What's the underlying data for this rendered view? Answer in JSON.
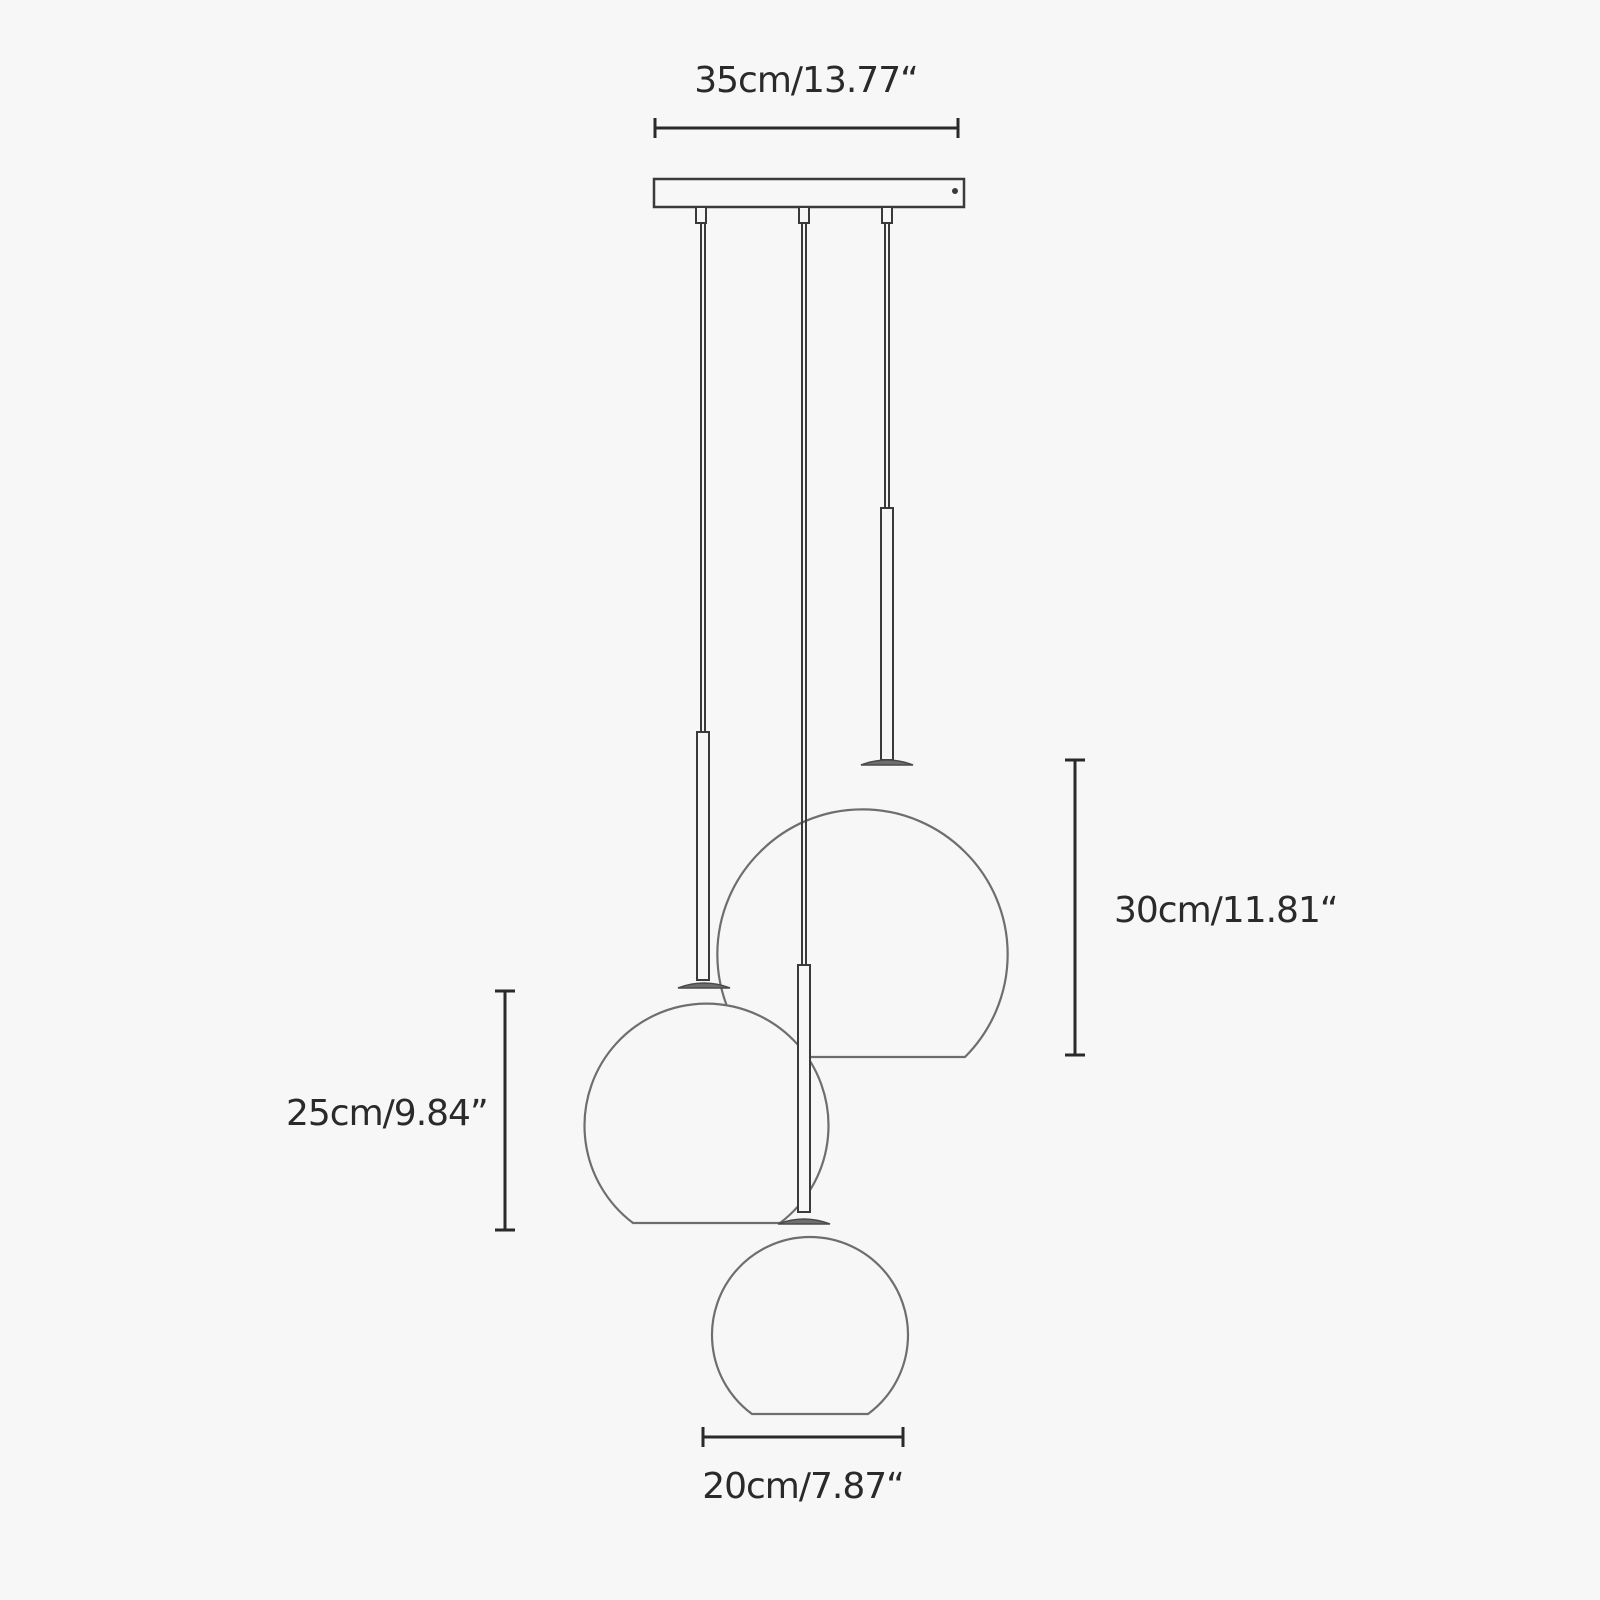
{
  "dimensions": {
    "canopy_width": "35cm/13.77“",
    "large_globe_height": "30cm/11.81“",
    "medium_globe_height": "25cm/9.84”",
    "small_globe_width": "20cm/7.87“"
  },
  "colors": {
    "background": "#f7f7f7",
    "line": "#3a3a3a",
    "globe_outline": "#6e6e6e"
  }
}
